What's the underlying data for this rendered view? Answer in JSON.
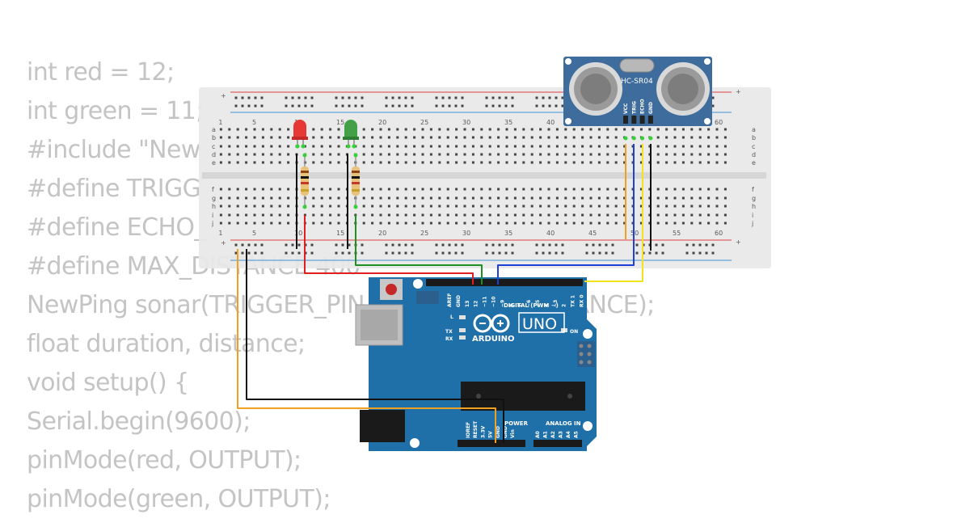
{
  "code_lines": [
    "int red = 12;",
    "int green = 11;",
    "#include \"New",
    "#define TRIGG",
    "#define ECHO_",
    "#define MAX_DISTANCE 400",
    "NewPing sonar(TRIGGER_PIN                    _DISTANCE);",
    "float duration, distance;",
    "void setup() {",
    "Serial.begin(9600);",
    "pinMode(red, OUTPUT);",
    "pinMode(green, OUTPUT);"
  ],
  "breadboard": {
    "column_numbers": [
      "1",
      "5",
      "10",
      "15",
      "20",
      "25",
      "30",
      "35",
      "40",
      "45",
      "50",
      "55",
      "60"
    ],
    "rows_top": [
      "a",
      "b",
      "c",
      "d",
      "e"
    ],
    "rows_bottom": [
      "f",
      "g",
      "h",
      "i",
      "j"
    ],
    "rail_plus": "+",
    "rail_minus": "-"
  },
  "sensor": {
    "model": "HC-SR04",
    "pins": [
      "VCC",
      "TRIG",
      "ECHO",
      "GND"
    ]
  },
  "arduino": {
    "brand": "ARDUINO",
    "model": "UNO",
    "digital_label": "DIGITAL (PWM ~)",
    "power_label": "POWER",
    "analog_label": "ANALOG IN",
    "on_label": "ON",
    "l_label": "L",
    "tx_label": "TX",
    "rx_label": "RX",
    "top_pins": [
      "AREF",
      "GND",
      "13",
      "12",
      "~11",
      "~10",
      "~9",
      "8",
      "7",
      "~6",
      "~5",
      "4",
      "~3",
      "2",
      "TX 1",
      "RX 0"
    ],
    "power_pins": [
      "IOREF",
      "RESET",
      "3.3V",
      "5V",
      "GND",
      "GND",
      "Vin"
    ],
    "analog_pins": [
      "A0",
      "A1",
      "A2",
      "A3",
      "A4",
      "A5"
    ]
  },
  "components": {
    "leds": [
      {
        "color_name": "red",
        "color": "#e53935"
      },
      {
        "color_name": "green",
        "color": "#43a047"
      }
    ]
  },
  "colors": {
    "wire_red": "#e02020",
    "wire_green": "#1f8f1f",
    "wire_blue": "#1f3fd6",
    "wire_yellow": "#f2e41a",
    "wire_orange": "#f0a020",
    "wire_black": "#111111",
    "board_blue": "#1f6fa8",
    "sensor_blue": "#3e6c9c"
  }
}
